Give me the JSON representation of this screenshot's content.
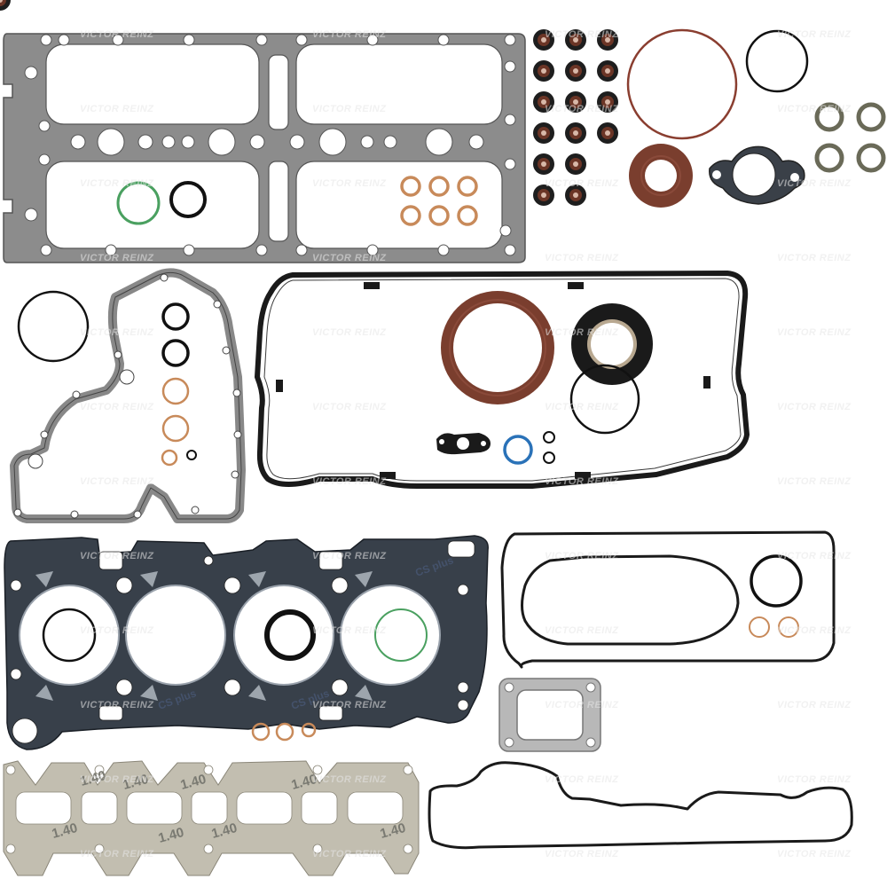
{
  "image": {
    "subject": "Engine full gasket set product photo",
    "background": "#ffffff",
    "watermark_text": "VICTOR REINZ",
    "manifold_gasket_marking": "1.40",
    "head_gasket_marking": "CS plus"
  },
  "colors": {
    "steel_gasket": "#8c8c8c",
    "steel_gasket_dark": "#5a5a5a",
    "fiber_gasket": "#c2beb0",
    "rubber_black": "#1a1a1a",
    "viton_brown": "#7a3e2e",
    "copper_ring": "#c88a5a",
    "green_oring": "#4aa060",
    "blue_oring": "#2a72b8",
    "olive_seal": "#6a6a58",
    "head_gasket": "#38404a",
    "watermark": "#e6e6e6"
  },
  "parts": {
    "valve_cover_gasket": {
      "label": "Valve cover gasket (steel, top-left)"
    },
    "valve_stem_seals": {
      "count": 16,
      "rows": [
        3,
        3,
        3,
        3,
        2,
        2
      ]
    },
    "orings_top_right": {
      "count": 2
    },
    "small_seals_top_right": {
      "count": 4
    },
    "timing_cover_gasket": {
      "label": "Timing cover gasket (left middle)"
    },
    "oil_pan_gasket": {
      "label": "Oil pan rubber gasket (center)"
    },
    "crankshaft_seals": {
      "count": 2
    },
    "head_gasket": {
      "label": "Cylinder head gasket",
      "cylinders": 4
    },
    "intake_manifold_gasket": {
      "label": "Intake manifold gasket",
      "ports": 7
    },
    "sump_gasket": {
      "label": "Rubber gasket with inner loop (right middle)"
    },
    "turbo_gasket": {
      "label": "Turbo flange gasket"
    },
    "bottom_rubber_gasket": {
      "label": "Rubber cover gasket (bottom right)"
    }
  }
}
